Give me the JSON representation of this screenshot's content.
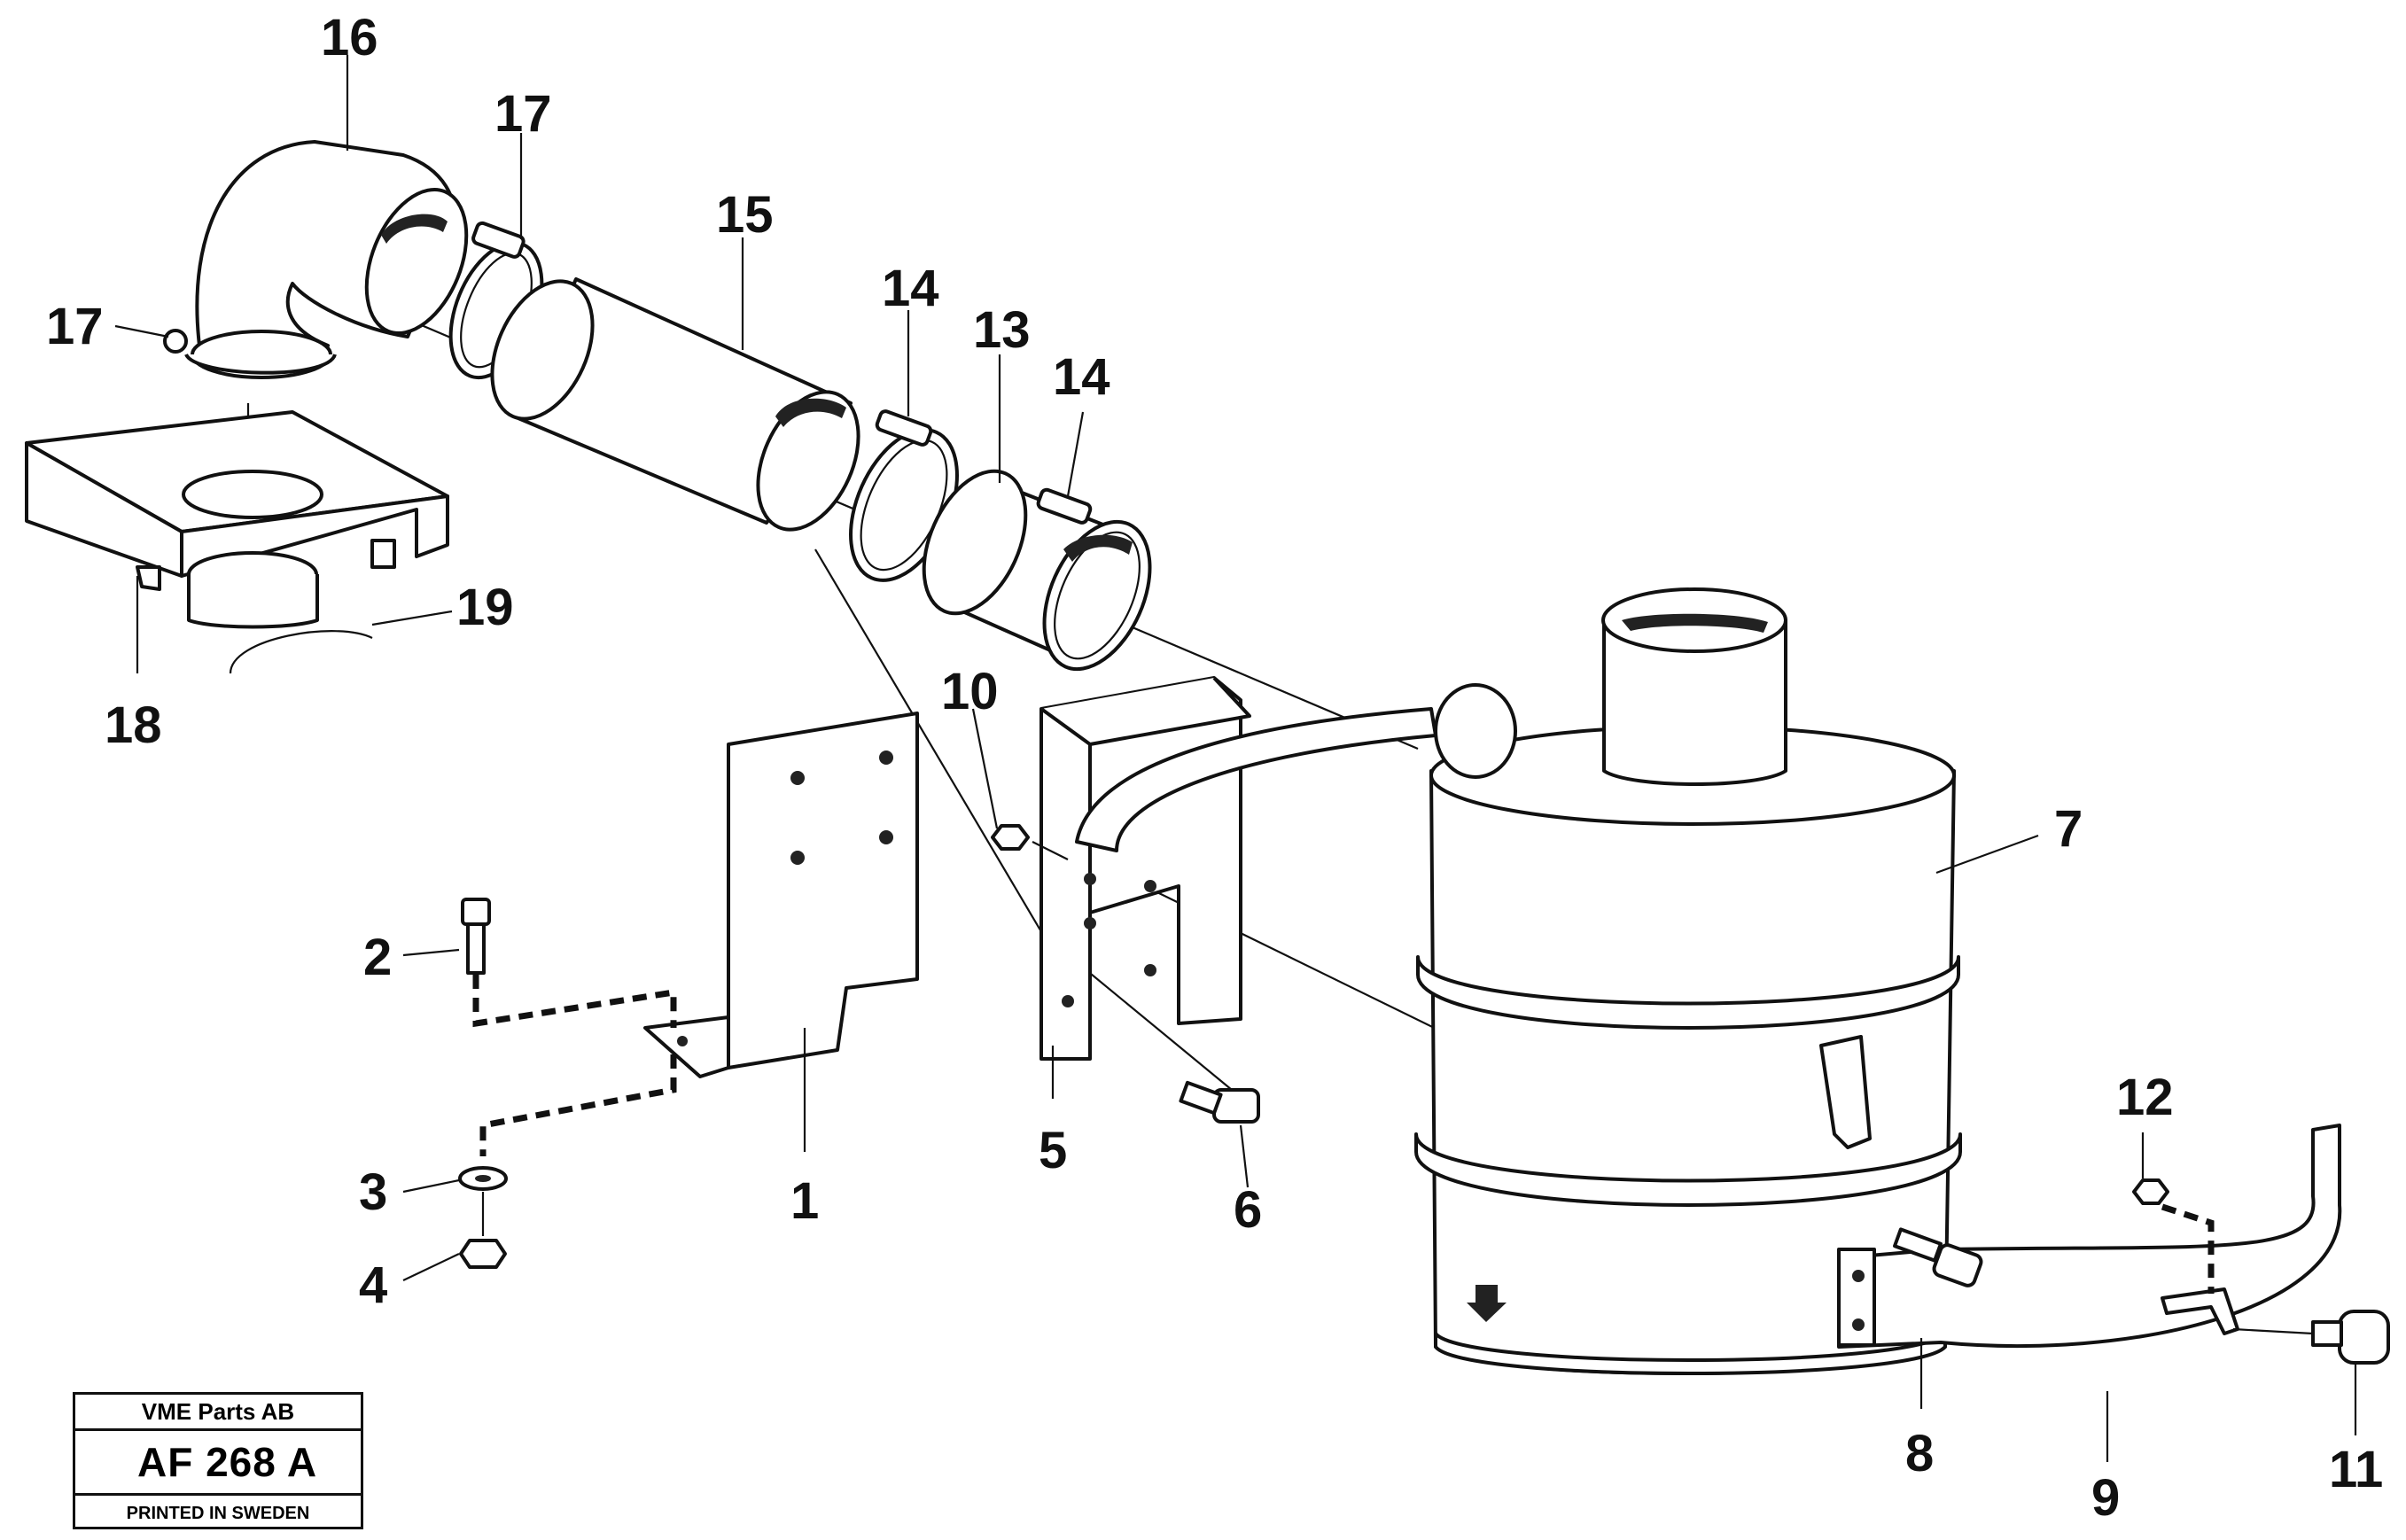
{
  "labels": {
    "l1": "1",
    "l2": "2",
    "l3": "3",
    "l4": "4",
    "l5": "5",
    "l6": "6",
    "l7": "7",
    "l8": "8",
    "l9": "9",
    "l10": "10",
    "l11": "11",
    "l12": "12",
    "l13": "13",
    "l14a": "14",
    "l14b": "14",
    "l15": "15",
    "l16": "16",
    "l17a": "17",
    "l17b": "17",
    "l18": "18",
    "l19": "19"
  },
  "stamp": {
    "company": "VME Parts AB",
    "drawing_code": "AF 268 A",
    "printed": "PRINTED IN SWEDEN"
  }
}
